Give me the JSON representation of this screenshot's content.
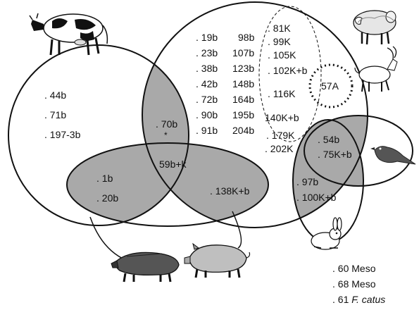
{
  "colors": {
    "overlap_fill": "#a9a9a9",
    "stroke": "#111111",
    "background": "#ffffff"
  },
  "icons": [
    "cow-icon",
    "sheep-icon",
    "goat-icon",
    "bird-icon",
    "rabbit-icon",
    "boar-icon",
    "pig-icon"
  ],
  "labels": {
    "cow_only": [
      ". 44b",
      ". 71b",
      ". 197-3b"
    ],
    "cow_big_overlap": [
      ". 70b",
      "*"
    ],
    "cow_pig_overlap": ". 1b",
    "cow_pig_overlap_2": ". 20b",
    "center": "59b+k",
    "pig_big_overlap": ". 138K+b",
    "big_col1": [
      ". 19b",
      ". 23b",
      ". 38b",
      ". 42b",
      ". 72b",
      ". 90b",
      ". 91b"
    ],
    "big_col2": [
      "98b",
      "107b",
      "123b",
      "148b",
      "164b",
      "195b",
      "204b"
    ],
    "ellipse_col": [
      ". 81K",
      ". 99K",
      ". 105K",
      ". 102K+b",
      ". 116K",
      "140K+b",
      ". 179K",
      ". 202K"
    ],
    "dotted_circle": "57A",
    "bird_overlap": [
      ". 54b",
      ". 75K+b"
    ],
    "rabbit_overlap": [
      ". 97b",
      ". 100K+b"
    ],
    "legend": [
      ". 60 Meso",
      ". 68 Meso"
    ],
    "legend_last_prefix": ". 61 ",
    "legend_last_species": "F. catus"
  }
}
